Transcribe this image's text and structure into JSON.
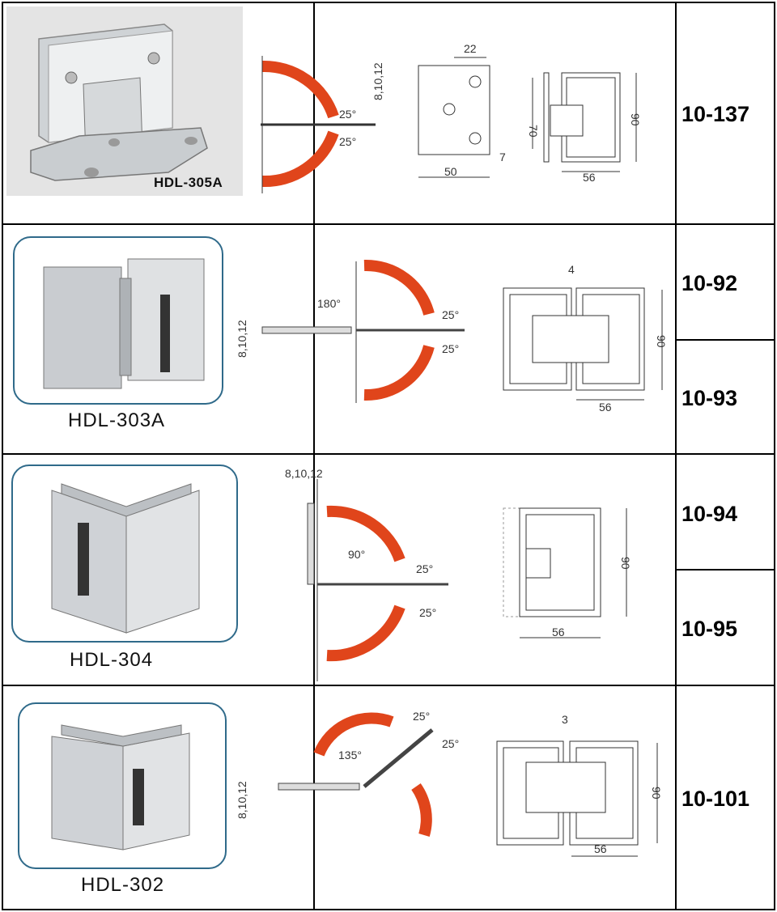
{
  "rows": [
    {
      "model": "HDL-305A",
      "codes": [
        "10-137"
      ],
      "dims": {
        "thickness": "8,10,12",
        "angle_top": "25°",
        "angle_bottom": "25°",
        "w22": "22",
        "w50": "50",
        "w7": "7",
        "h70": "70",
        "w56": "56",
        "h90": "90"
      }
    },
    {
      "model": "HDL-303A",
      "codes": [
        "10-92",
        "10-93"
      ],
      "dims": {
        "thickness": "8,10,12",
        "angle_open": "180°",
        "angle_top": "25°",
        "angle_bottom": "25°",
        "gap": "4",
        "w56": "56",
        "h90": "90"
      }
    },
    {
      "model": "HDL-304",
      "codes": [
        "10-94",
        "10-95"
      ],
      "dims": {
        "thickness": "8,10,12",
        "angle_open": "90°",
        "angle_top": "25°",
        "angle_bottom": "25°",
        "w56": "56",
        "h90": "90"
      }
    },
    {
      "model": "HDL-302",
      "codes": [
        "10-101"
      ],
      "dims": {
        "thickness": "8,10,12",
        "angle_open": "135°",
        "angle_top": "25°",
        "angle_bottom": "25°",
        "gap": "3",
        "w56": "56",
        "h90": "90"
      }
    }
  ],
  "colors": {
    "arc": "#e0451b",
    "frame": "#2f6a8a",
    "line": "#000000"
  }
}
